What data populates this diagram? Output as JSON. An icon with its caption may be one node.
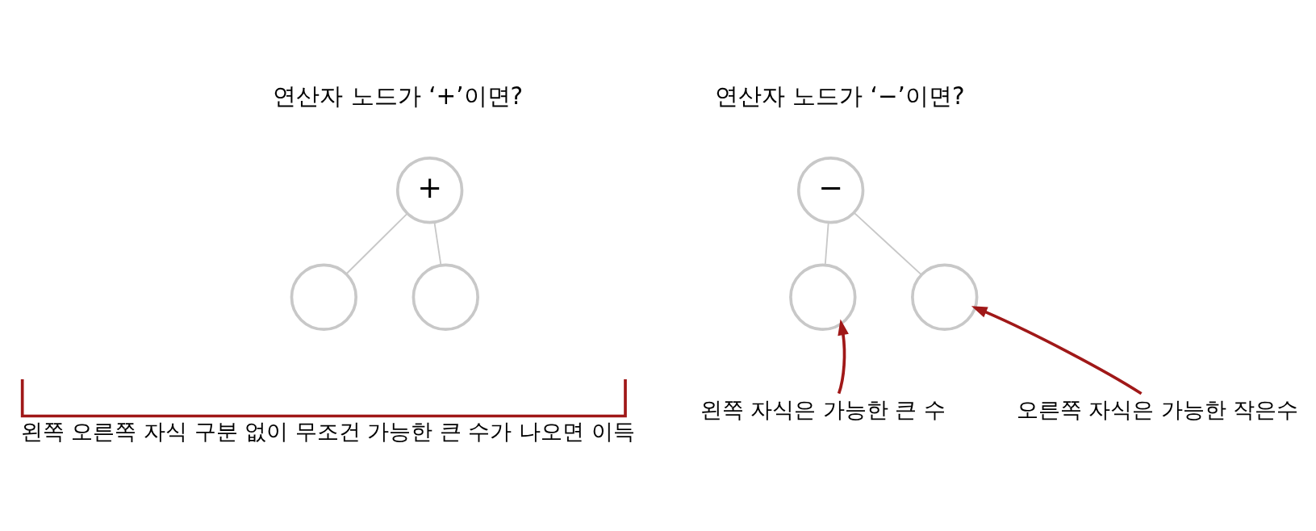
{
  "diagram": {
    "nodes": [
      {
        "text": [
          "+"
        ]
      },
      {
        "text": [],
        "shape": "circle"
      },
      {
        "text": [],
        "shape": "circle"
      },
      {
        "text": [
          "−"
        ]
      },
      {
        "text": [],
        "shape": "circle"
      },
      {
        "text": [],
        "shape": "circle"
      },
      {
        "text": [
          "왼쪽 자식은 가능한 큰 수"
        ]
      },
      {
        "text": [
          "오른쪽 자식은 가능한 작은수"
        ]
      }
    ],
    "edges": [
      {
        "from": 0,
        "to": 1,
        "arrow": "none"
      },
      {
        "from": 0,
        "to": 2,
        "arrow": "none"
      },
      {
        "from": 3,
        "to": 4,
        "arrow": "none"
      },
      {
        "from": 3,
        "to": 5,
        "arrow": "none"
      },
      {
        "from": 6,
        "to": 4,
        "arrow": "to",
        "color": "#a01818"
      },
      {
        "from": 7,
        "to": 5,
        "arrow": "to",
        "color": "#a01818"
      }
    ],
    "labels": [
      "연산자 노드가 ‘+’이면?",
      "연산자 노드가 ‘−’이면?",
      "왼쪽 오른쪽 자식 구분 없이 무조건 가능한 큰 수가 나오면 이득"
    ]
  }
}
